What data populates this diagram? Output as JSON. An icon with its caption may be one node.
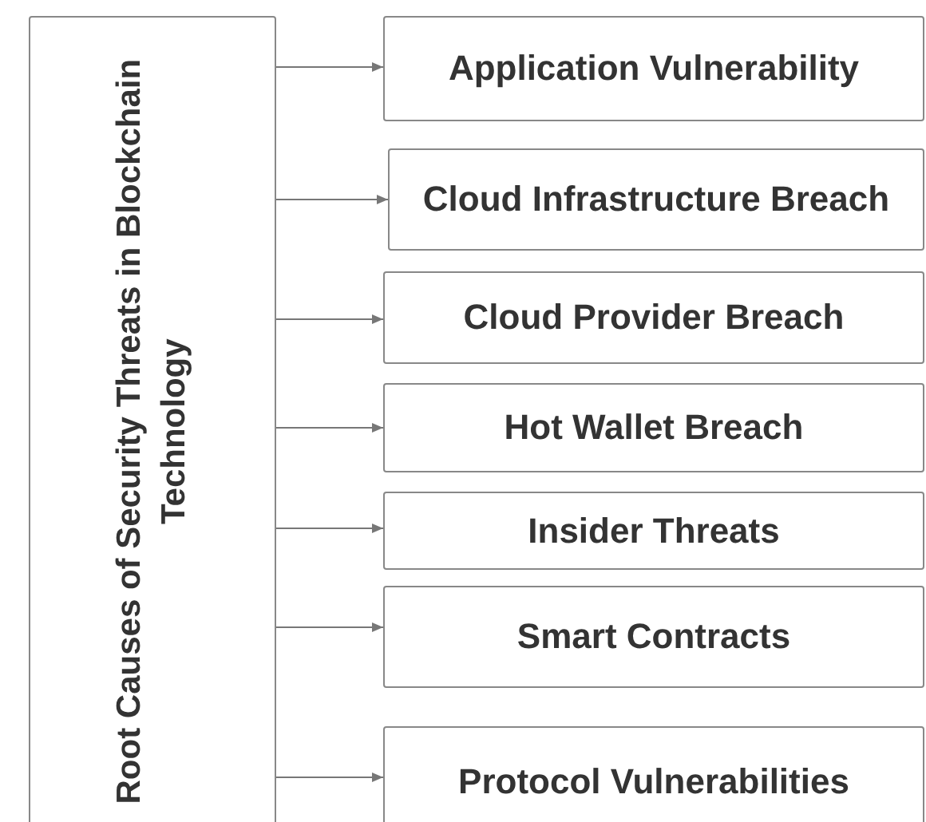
{
  "diagram": {
    "nodes": [
      {
        "text": [
          "Root Causes of Security Threats in Blockchain Technology"
        ]
      },
      {
        "text": [
          "Application Vulnerability"
        ]
      },
      {
        "text": [
          "Cloud Infrastructure Breach"
        ]
      },
      {
        "text": [
          "Cloud Provider Breach"
        ]
      },
      {
        "text": [
          "Hot Wallet Breach"
        ]
      },
      {
        "text": [
          "Insider Threats"
        ]
      },
      {
        "text": [
          "Smart Contracts"
        ]
      },
      {
        "text": [
          "Protocol Vulnerabilities"
        ]
      }
    ],
    "edges": [
      {
        "from": 0,
        "to": 1,
        "arrow": "to"
      },
      {
        "from": 0,
        "to": 2,
        "arrow": "to"
      },
      {
        "from": 0,
        "to": 3,
        "arrow": "to"
      },
      {
        "from": 0,
        "to": 4,
        "arrow": "to"
      },
      {
        "from": 0,
        "to": 5,
        "arrow": "to"
      },
      {
        "from": 0,
        "to": 6,
        "arrow": "to"
      },
      {
        "from": 0,
        "to": 7,
        "arrow": "to"
      }
    ]
  }
}
